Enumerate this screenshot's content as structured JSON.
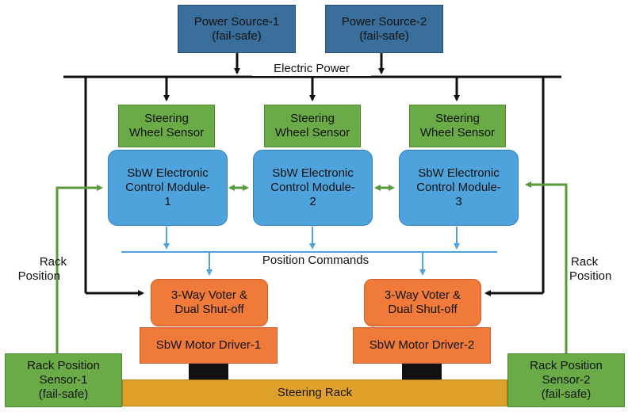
{
  "power_sources": [
    {
      "line1": "Power Source-1",
      "line2": "(fail-safe)"
    },
    {
      "line1": "Power Source-2",
      "line2": "(fail-safe)"
    }
  ],
  "electric_power_label": "Electric Power",
  "steering_wheel_sensors": [
    {
      "line1": "Steering",
      "line2": "Wheel Sensor"
    },
    {
      "line1": "Steering",
      "line2": "Wheel Sensor"
    },
    {
      "line1": "Steering",
      "line2": "Wheel Sensor"
    }
  ],
  "ecms": [
    {
      "line1": "SbW Electronic",
      "line2": "Control Module-",
      "line3": "1"
    },
    {
      "line1": "SbW Electronic",
      "line2": "Control Module-",
      "line3": "2"
    },
    {
      "line1": "SbW Electronic",
      "line2": "Control Module-",
      "line3": "3"
    }
  ],
  "position_commands_label": "Position Commands",
  "voters": [
    {
      "line1": "3-Way Voter &",
      "line2": "Dual Shut-off"
    },
    {
      "line1": "3-Way Voter &",
      "line2": "Dual Shut-off"
    }
  ],
  "motor_drivers": [
    {
      "label": "SbW Motor Driver-1"
    },
    {
      "label": "SbW Motor Driver-2"
    }
  ],
  "steering_rack_label": "Steering Rack",
  "rack_position_sensors": [
    {
      "line1": "Rack Position",
      "line2": "Sensor-1",
      "line3": "(fail-safe)"
    },
    {
      "line1": "Rack Position",
      "line2": "Sensor-2",
      "line3": "(fail-safe)"
    }
  ],
  "rack_position_labels": [
    {
      "line1": "Rack",
      "line2": "Position"
    },
    {
      "line1": "Rack",
      "line2": "Position"
    }
  ],
  "colors": {
    "power": "#3a6f9c",
    "sensor": "#6aab47",
    "ecm": "#4ea3dd",
    "voter_driver": "#f07a3a",
    "rack": "#e0a12a",
    "power_line": "#111111",
    "command_line": "#4ea3dd",
    "feedback_line": "#5a9a3c"
  }
}
